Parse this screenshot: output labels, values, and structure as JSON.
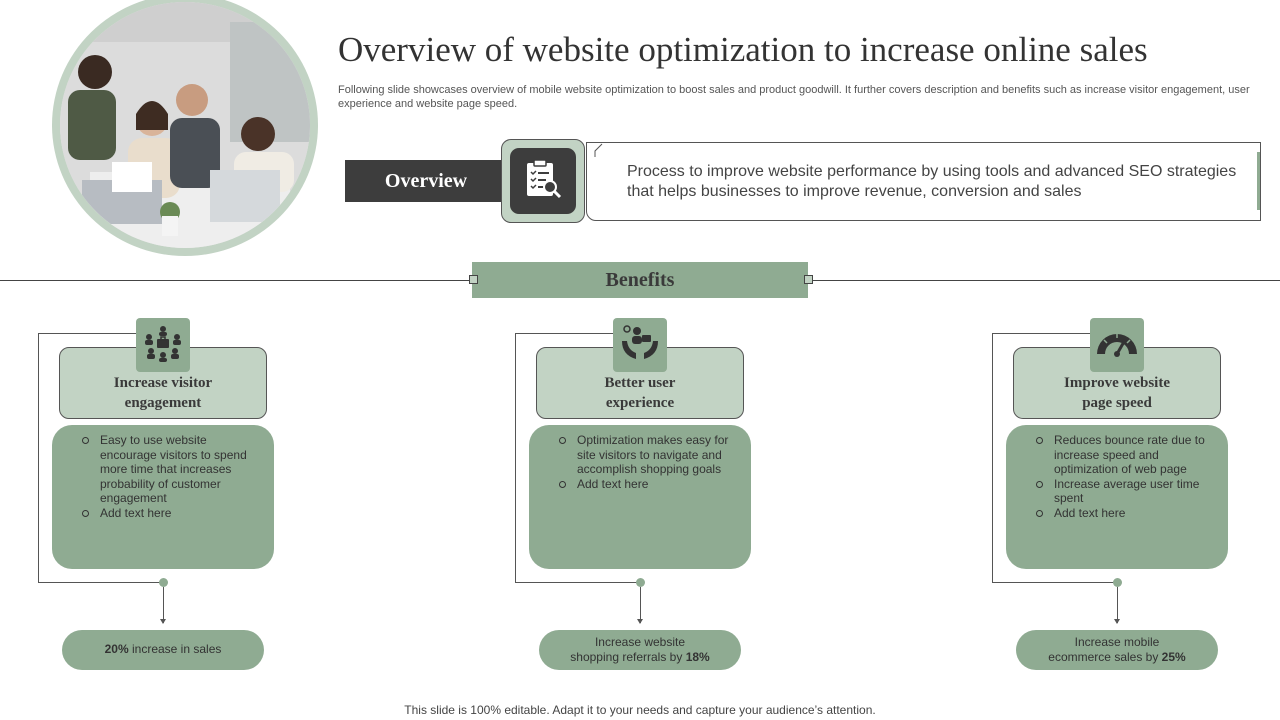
{
  "header": {
    "title": "Overview of website optimization to increase online sales",
    "subtitle": "Following slide showcases overview of mobile website optimization to boost sales and product goodwill. It further covers description and benefits such as increase visitor engagement, user experience and website page speed."
  },
  "overview": {
    "label": "Overview",
    "icon": "clipboard-search-icon",
    "text": "Process to improve website performance by using tools and advanced SEO strategies that helps businesses to improve revenue, conversion and sales"
  },
  "benefits_label": "Benefits",
  "columns": [
    {
      "icon": "team-meeting-icon",
      "heading_line1": "Increase visitor",
      "heading_line2": "engagement",
      "bullets": [
        "Easy to use website encourage visitors to spend more time that increases probability of customer engagement",
        "Add text here"
      ],
      "result_bold": "20%",
      "result_text": " increase in sales"
    },
    {
      "icon": "user-care-hands-icon",
      "heading_line1": "Better user",
      "heading_line2": "experience",
      "bullets": [
        "Optimization makes easy for site visitors to navigate and accomplish shopping goals",
        "Add text here"
      ],
      "result_line1": "Increase website",
      "result_line2": "shopping referrals  by ",
      "result_bold": "18%"
    },
    {
      "icon": "speedometer-icon",
      "heading_line1": "Improve website",
      "heading_line2": "page speed",
      "bullets": [
        "Reduces bounce rate due to increase speed and optimization of web page",
        "Increase average user time spent",
        "Add text here"
      ],
      "result_line1": "Increase mobile",
      "result_line2": "ecommerce sales by ",
      "result_bold": "25%"
    }
  ],
  "footer": "This slide is 100% editable. Adapt it to your needs and capture your audience’s attention."
}
